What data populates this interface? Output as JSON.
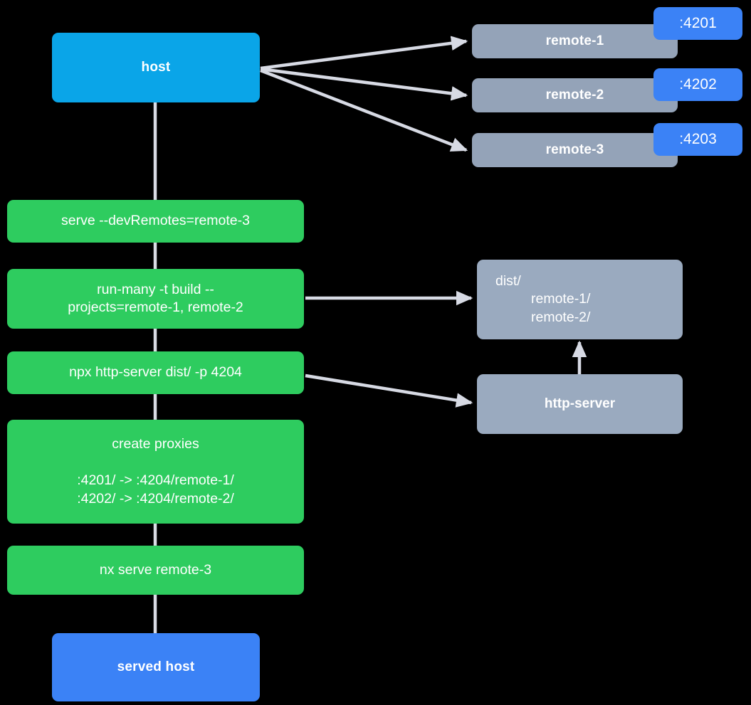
{
  "diagram": {
    "title": "Nx module federation dev-serve flow",
    "background": "#000000",
    "colors": {
      "host": "#0aa5e8",
      "served_host": "#3b82f6",
      "remote": "#94a3b8",
      "command": "#2ecc5f",
      "artifact": "#9aaabf",
      "badge": "#3b82f6",
      "edge": "#d7dae4"
    }
  },
  "nodes": {
    "host": {
      "label": "host"
    },
    "remotes": [
      {
        "label": "remote-1",
        "port": ":4201"
      },
      {
        "label": "remote-2",
        "port": ":4202"
      },
      {
        "label": "remote-3",
        "port": ":4203"
      }
    ],
    "commands": [
      {
        "id": "serve",
        "lines": [
          "serve --devRemotes=remote-3"
        ]
      },
      {
        "id": "run-many",
        "lines": [
          "run-many -t build --",
          "projects=remote-1, remote-2"
        ]
      },
      {
        "id": "http-server-cmd",
        "lines": [
          "npx http-server dist/ -p 4204"
        ]
      },
      {
        "id": "create-proxies",
        "title": "create proxies",
        "lines": [
          ":4201/ -> :4204/remote-1/",
          ":4202/ -> :4204/remote-2/"
        ]
      },
      {
        "id": "nx-serve",
        "lines": [
          "nx serve remote-3"
        ]
      }
    ],
    "dist": {
      "root": "dist/",
      "children": [
        "remote-1/",
        "remote-2/"
      ]
    },
    "http_server": {
      "label": "http-server"
    },
    "served_host": {
      "label": "served host"
    }
  },
  "edges": [
    {
      "from": "host",
      "to": "remote-1"
    },
    {
      "from": "host",
      "to": "remote-2"
    },
    {
      "from": "host",
      "to": "remote-3"
    },
    {
      "from": "host",
      "to": "serve"
    },
    {
      "from": "serve",
      "to": "run-many"
    },
    {
      "from": "run-many",
      "to": "dist"
    },
    {
      "from": "run-many",
      "to": "http-server-cmd"
    },
    {
      "from": "http-server-cmd",
      "to": "http-server"
    },
    {
      "from": "http-server-cmd",
      "to": "create-proxies"
    },
    {
      "from": "http-server",
      "to": "dist"
    },
    {
      "from": "create-proxies",
      "to": "nx-serve"
    },
    {
      "from": "nx-serve",
      "to": "served-host"
    }
  ]
}
